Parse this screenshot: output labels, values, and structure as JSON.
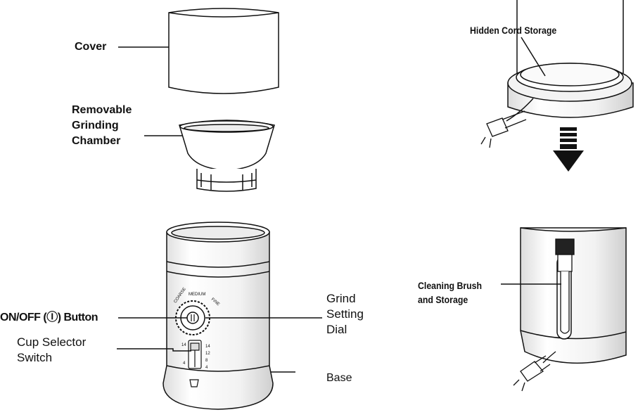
{
  "labels": {
    "cover": "Cover",
    "chamber": "Removable\nGrinding\nChamber",
    "onoff": "ON/OFF (Ⓘ) Button",
    "cup_selector": "Cup Selector\n      Switch",
    "grind_dial": "Grind\nSetting\n Dial",
    "base": "Base",
    "cord_storage": "Hidden Cord Storage",
    "cleaning_brush": "Cleaning Brush\nand Storage"
  },
  "dial_marks": {
    "coarse": "COARSE",
    "medium": "MEDIUM",
    "fine": "FINE"
  },
  "cup_scale": {
    "left": [
      "14",
      "4"
    ],
    "right": [
      "14",
      "12",
      "8",
      "4"
    ]
  },
  "colors": {
    "line": "#111111",
    "fill": "#ffffff",
    "shade": "#e6e6e6"
  }
}
